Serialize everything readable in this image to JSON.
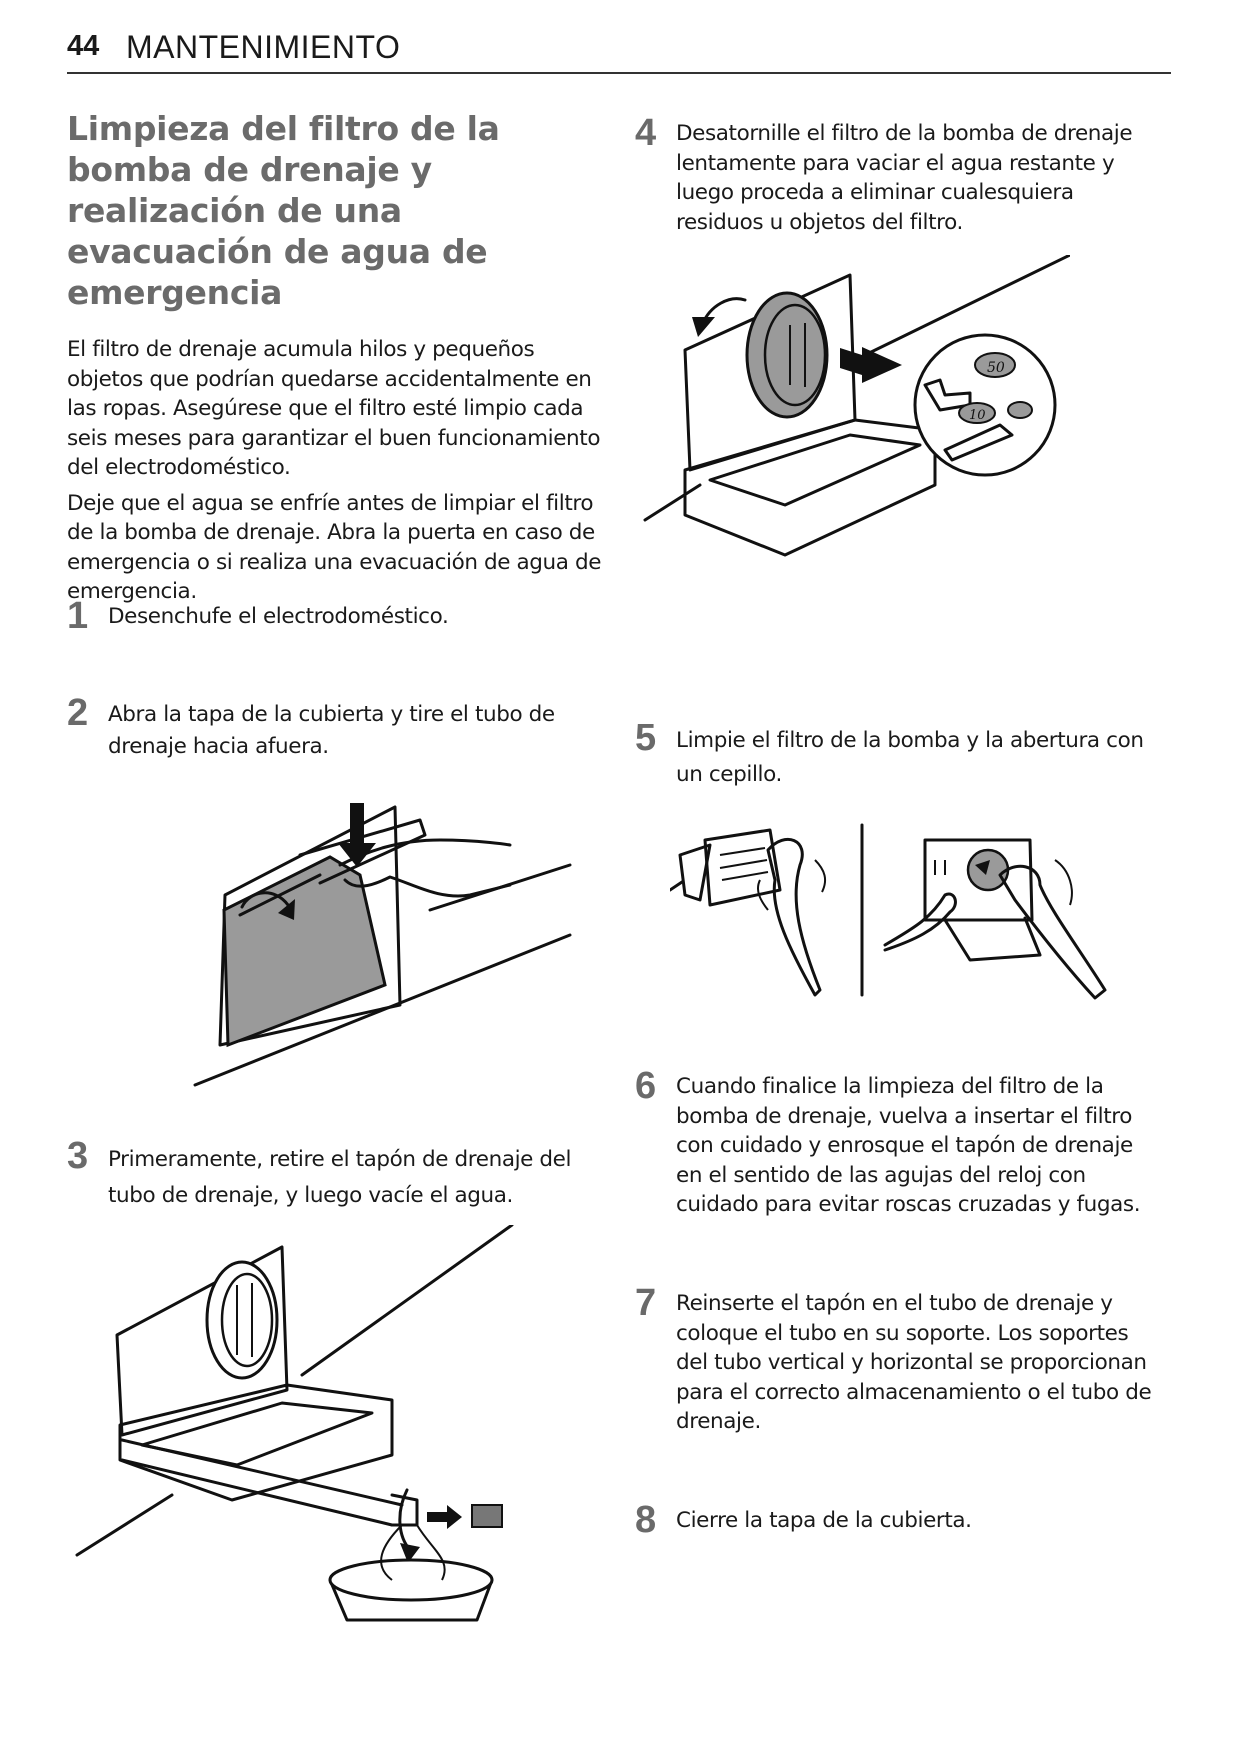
{
  "header": {
    "page_number": "44",
    "section": "MANTENIMIENTO"
  },
  "title": "Limpieza del filtro de la bomba de drenaje y realización de una evacuación de agua de emergencia",
  "intro": [
    "El filtro de drenaje acumula hilos y pequeños objetos que podrían quedarse accidentalmente en las ropas. Asegúrese que el filtro esté limpio cada seis meses para garantizar el buen funcionamiento del electrodoméstico.",
    "Deje que el agua se enfríe antes de limpiar el filtro de la bomba de drenaje. Abra la puerta en caso de emergencia o si realiza una evacuación de agua de emergencia."
  ],
  "steps": [
    {
      "num": "1",
      "text": "Desenchufe el electrodoméstico."
    },
    {
      "num": "2",
      "text": "Abra la tapa de la cubierta y tire el tubo de drenaje hacia afuera."
    },
    {
      "num": "3",
      "text": "Primeramente, retire el tapón de drenaje del tubo de drenaje, y luego vacíe el agua."
    },
    {
      "num": "4",
      "text": "Desatornille el filtro de la bomba de drenaje lentamente para vaciar el agua restante y luego proceda a eliminar cualesquiera residuos u objetos del filtro."
    },
    {
      "num": "5",
      "text": "Limpie el filtro de la bomba y la abertura con un cepillo."
    },
    {
      "num": "6",
      "text": "Cuando finalice la limpieza del filtro de la bomba de drenaje, vuelva a insertar el filtro con cuidado y enrosque el tapón de drenaje en el sentido de las agujas del reloj con cuidado para evitar roscas cruzadas y fugas."
    },
    {
      "num": "7",
      "text": "Reinserte el tapón en el tubo de drenaje y coloque el tubo en su soporte. Los soportes del tubo vertical y horizontal se proporcionan para el correcto almacenamiento o el tubo de drenaje."
    },
    {
      "num": "8",
      "text": "Cierre la tapa de la cubierta."
    }
  ],
  "coin_labels": [
    "50",
    "10"
  ],
  "colors": {
    "heading": "#6b6b6b",
    "illustration_gray": "#9a9a9a",
    "text": "#1a1a1a"
  }
}
